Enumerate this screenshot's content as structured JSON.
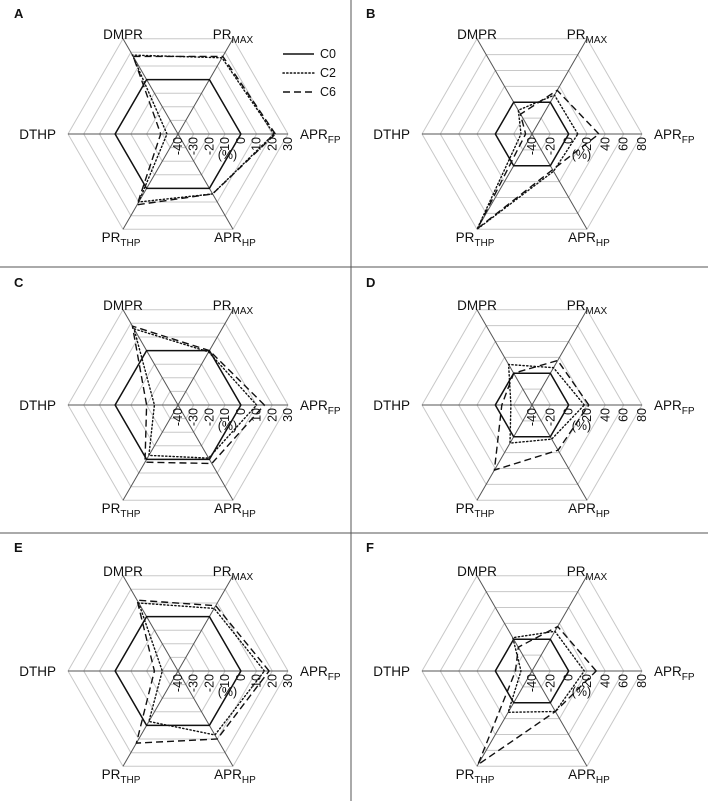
{
  "axes": [
    {
      "main": "APR",
      "sub": "FP"
    },
    {
      "main": "PR",
      "sub": "MAX"
    },
    {
      "main": "DMPR",
      "sub": ""
    },
    {
      "main": "DTHP",
      "sub": ""
    },
    {
      "main": "PR",
      "sub": "THP"
    },
    {
      "main": "APR",
      "sub": "HP"
    }
  ],
  "legend": [
    {
      "name": "C0",
      "dash": "solid"
    },
    {
      "name": "C2",
      "dash": "dotted"
    },
    {
      "name": "C6",
      "dash": "dashed"
    }
  ],
  "unit": "(%)",
  "chart_data": [
    {
      "type": "radar",
      "panel": "A",
      "rmin": -40,
      "rmax": 30,
      "ticks": [
        "-40",
        "-30",
        "-20",
        "-10",
        "0",
        "10",
        "20",
        "30"
      ],
      "axes": [
        "APR_FP",
        "PR_MAX",
        "DMPR",
        "DTHP",
        "PR_THP",
        "APR_HP"
      ],
      "series": [
        {
          "name": "C0",
          "values": [
            0,
            0,
            0,
            0,
            0,
            0
          ]
        },
        {
          "name": "C2",
          "values": [
            21,
            16,
            18,
            -33,
            10,
            4
          ]
        },
        {
          "name": "C6",
          "values": [
            22,
            17,
            17,
            -29,
            12,
            4
          ]
        }
      ]
    },
    {
      "type": "radar",
      "panel": "B",
      "rmin": -40,
      "rmax": 80,
      "ticks": [
        "-40",
        "-20",
        "0",
        "20",
        "40",
        "60",
        "80"
      ],
      "axes": [
        "APR_FP",
        "PR_MAX",
        "DMPR",
        "DTHP",
        "PR_THP",
        "APR_HP"
      ],
      "series": [
        {
          "name": "C0",
          "values": [
            0,
            0,
            0,
            0,
            0,
            0
          ]
        },
        {
          "name": "C2",
          "values": [
            10,
            9,
            -10,
            -28,
            80,
            7
          ]
        },
        {
          "name": "C6",
          "values": [
            33,
            15,
            -15,
            -33,
            79,
            5
          ]
        }
      ]
    },
    {
      "type": "radar",
      "panel": "C",
      "rmin": -40,
      "rmax": 30,
      "ticks": [
        "-40",
        "-30",
        "-20",
        "-10",
        "0",
        "10",
        "20",
        "30"
      ],
      "axes": [
        "APR_FP",
        "PR_MAX",
        "DMPR",
        "DTHP",
        "PR_THP",
        "APR_HP"
      ],
      "series": [
        {
          "name": "C0",
          "values": [
            0,
            0,
            0,
            0,
            0,
            0
          ]
        },
        {
          "name": "C2",
          "values": [
            10,
            -1,
            16,
            -25,
            -3,
            -1
          ]
        },
        {
          "name": "C6",
          "values": [
            15,
            0,
            18,
            -20,
            2,
            3
          ]
        }
      ]
    },
    {
      "type": "radar",
      "panel": "D",
      "rmin": -40,
      "rmax": 80,
      "ticks": [
        "-40",
        "-20",
        "0",
        "20",
        "40",
        "60",
        "80"
      ],
      "axes": [
        "APR_FP",
        "PR_MAX",
        "DMPR",
        "DTHP",
        "PR_THP",
        "APR_HP"
      ],
      "series": [
        {
          "name": "C0",
          "values": [
            0,
            0,
            0,
            0,
            0,
            0
          ]
        },
        {
          "name": "C2",
          "values": [
            17,
            7,
            11,
            -17,
            8,
            3
          ]
        },
        {
          "name": "C6",
          "values": [
            22,
            16,
            0,
            -7,
            42,
            17
          ]
        }
      ]
    },
    {
      "type": "radar",
      "panel": "E",
      "rmin": -40,
      "rmax": 30,
      "ticks": [
        "-40",
        "-30",
        "-20",
        "-10",
        "0",
        "10",
        "20",
        "30"
      ],
      "axes": [
        "APR_FP",
        "PR_MAX",
        "DMPR",
        "DTHP",
        "PR_THP",
        "APR_HP"
      ],
      "series": [
        {
          "name": "C0",
          "values": [
            0,
            0,
            0,
            0,
            0,
            0
          ]
        },
        {
          "name": "C2",
          "values": [
            15,
            6,
            10,
            -30,
            -3,
            7
          ]
        },
        {
          "name": "C6",
          "values": [
            18,
            8,
            12,
            -25,
            13,
            10
          ]
        }
      ]
    },
    {
      "type": "radar",
      "panel": "F",
      "rmin": -40,
      "rmax": 80,
      "ticks": [
        "-40",
        "-20",
        "0",
        "20",
        "40",
        "60",
        "80"
      ],
      "axes": [
        "APR_FP",
        "PR_MAX",
        "DMPR",
        "DTHP",
        "PR_THP",
        "APR_HP"
      ],
      "series": [
        {
          "name": "C0",
          "values": [
            0,
            0,
            0,
            0,
            0,
            0
          ]
        },
        {
          "name": "C2",
          "values": [
            17,
            10,
            2,
            -28,
            12,
            11
          ]
        },
        {
          "name": "C6",
          "values": [
            30,
            16,
            -10,
            -22,
            78,
            11
          ]
        }
      ]
    }
  ]
}
